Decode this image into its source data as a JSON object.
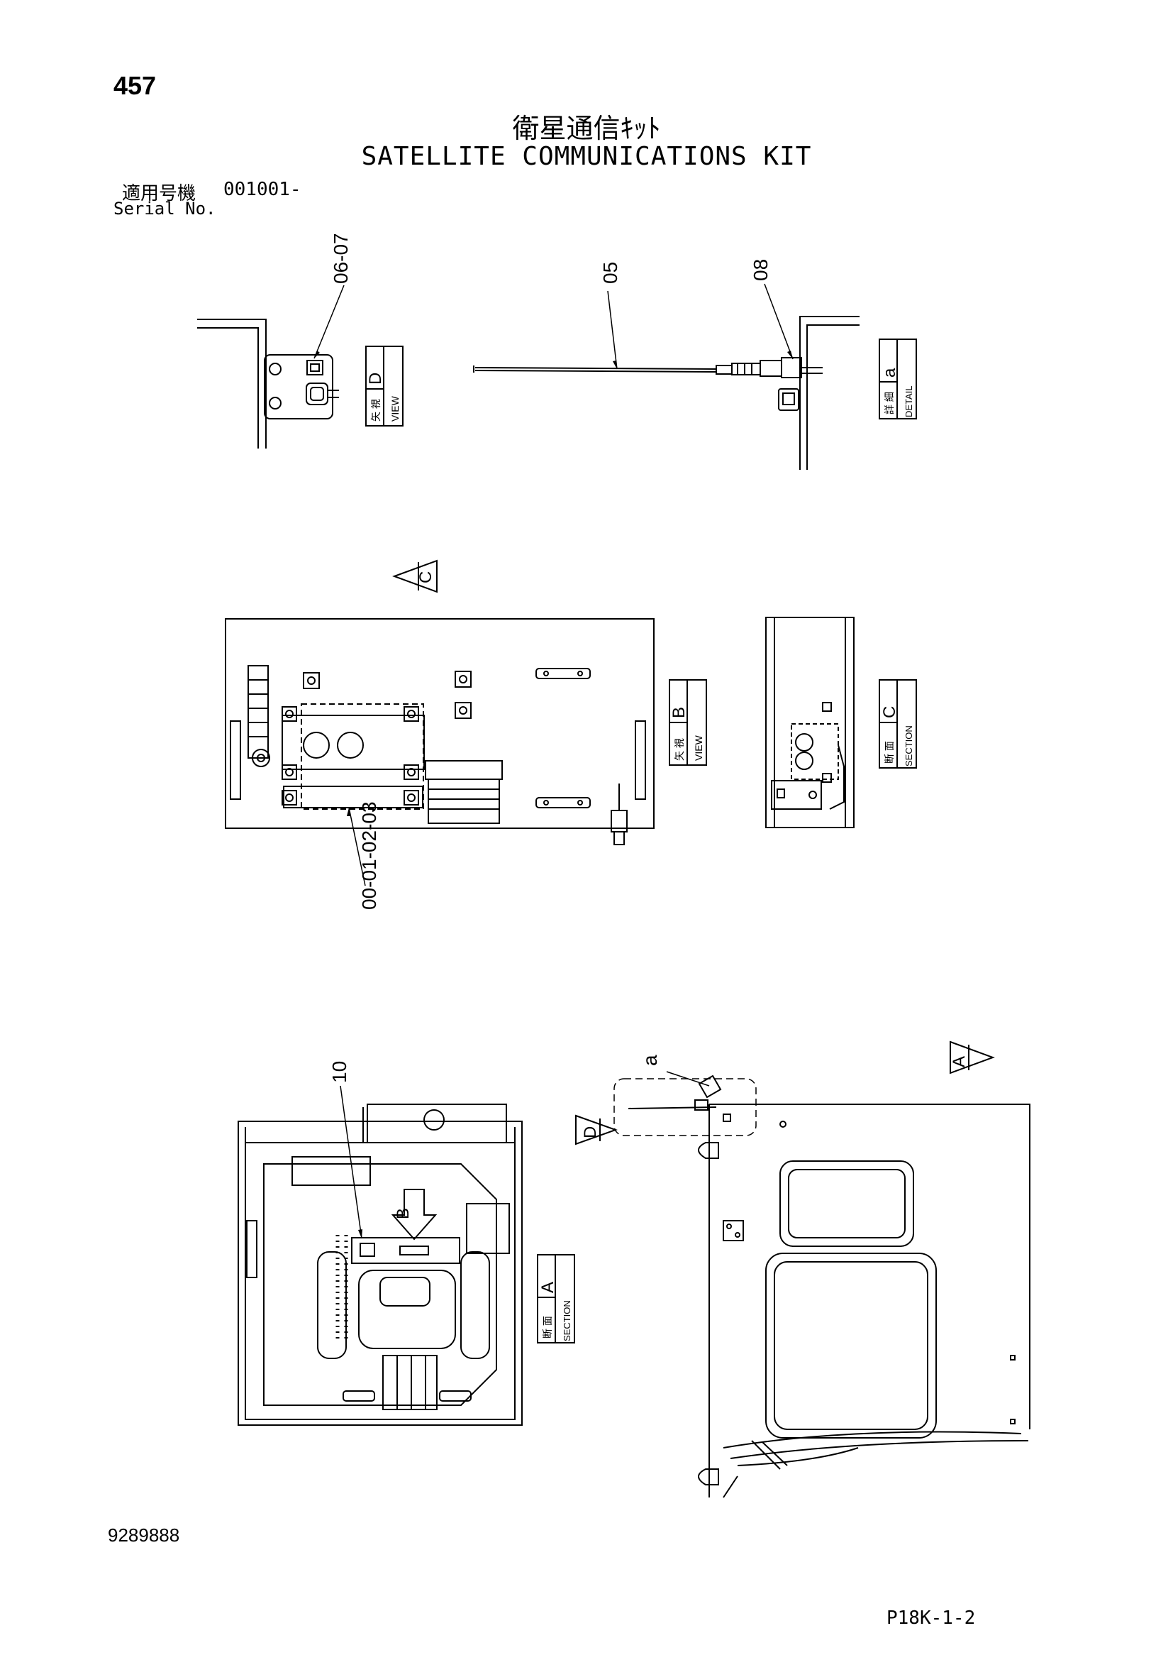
{
  "header": {
    "page_number": "457",
    "title_jp": "衛星通信ｷｯﾄ",
    "title_en": "SATELLITE COMMUNICATIONS KIT",
    "serial_label_jp": "適用号機",
    "serial_value": "001001-",
    "serial_label_en": "Serial No."
  },
  "callouts": {
    "c06_07": "06-07",
    "c05": "05",
    "c08": "08",
    "c00_03": "00-01-02-03",
    "c10": "10",
    "ca": "a"
  },
  "views": {
    "view_d": {
      "jp": "矢 視",
      "en": "VIEW",
      "letter": "D"
    },
    "detail_a": {
      "jp": "詳 細",
      "en": "DETAIL",
      "letter": "a"
    },
    "view_b": {
      "jp": "矢 視",
      "en": "VIEW",
      "letter": "B"
    },
    "section_c": {
      "jp": "断 面",
      "en": "SECTION",
      "letter": "C"
    },
    "section_a": {
      "jp": "断 面",
      "en": "SECTION",
      "letter": "A"
    }
  },
  "arrows": {
    "c": "C",
    "b": "B",
    "d": "D",
    "a": "A"
  },
  "footer": {
    "doc_number": "9289888",
    "page_ref": "P18K-1-2"
  }
}
